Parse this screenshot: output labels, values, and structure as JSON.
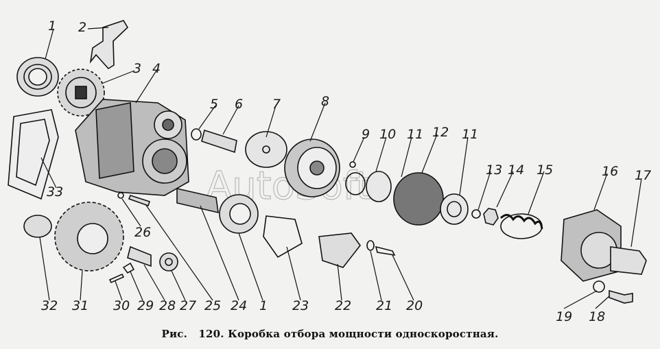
{
  "caption": {
    "prefix": "Рис.",
    "number": "120.",
    "title": "Коробка отбора мощности односкоростная."
  },
  "watermark": "AutoSoft",
  "callouts": [
    "1",
    "2",
    "3",
    "4",
    "5",
    "6",
    "7",
    "8",
    "9",
    "10",
    "11",
    "12",
    "11",
    "13",
    "14",
    "15",
    "16",
    "17",
    "32",
    "31",
    "30",
    "29",
    "28",
    "27",
    "25",
    "24",
    "1",
    "23",
    "22",
    "21",
    "20",
    "19",
    "18",
    "33",
    "26"
  ],
  "colors": {
    "ink": "#111111",
    "paper": "#f2f2f0",
    "watermark": "#9a9a9a"
  }
}
